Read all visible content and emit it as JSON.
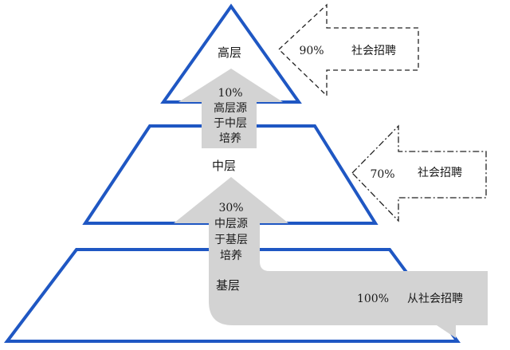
{
  "colors": {
    "pyramid_stroke": "#1f57c3",
    "arrow_fill": "#d3d3d3",
    "dashed_stroke": "#222222",
    "text": "#1a1a1a"
  },
  "levels": {
    "top": "高层",
    "middle": "中层",
    "base": "基层"
  },
  "promotions": {
    "to_top": {
      "percent": "10%",
      "line1": "高层源",
      "line2": "于中层",
      "line3": "培养"
    },
    "to_middle": {
      "percent": "30%",
      "line1": "中层源",
      "line2": "于基层",
      "line3": "培养"
    }
  },
  "external": {
    "top": {
      "percent": "90%",
      "label": "社会招聘"
    },
    "middle": {
      "percent": "70%",
      "label": "社会招聘"
    },
    "base": {
      "percent": "100%",
      "label": "从社会招聘"
    }
  }
}
